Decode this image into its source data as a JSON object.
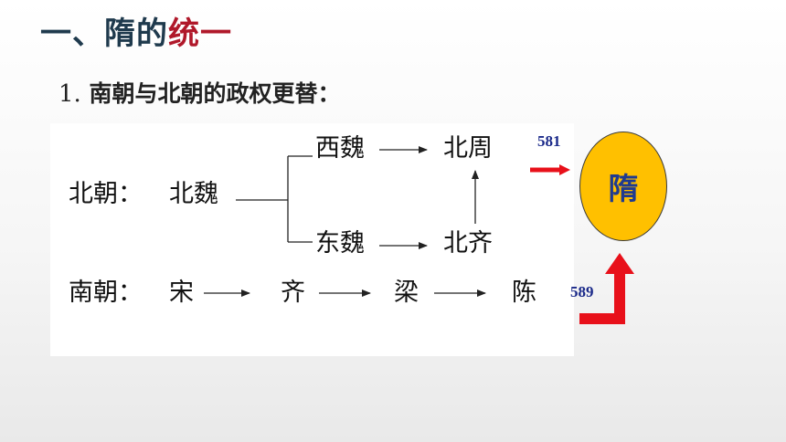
{
  "title": {
    "prefix": "一、隋的",
    "highlight": "统一"
  },
  "subtitle": {
    "number": "1.",
    "text": "南朝与北朝的政权更替："
  },
  "diagram": {
    "north_label": "北朝：",
    "north_wei": "北魏",
    "western_wei": "西魏",
    "northern_zhou": "北周",
    "eastern_wei": "东魏",
    "northern_qi": "北齐",
    "south_label": "南朝：",
    "song": "宋",
    "qi": "齐",
    "liang": "梁",
    "chen": "陈"
  },
  "years": {
    "north": "581",
    "south": "589"
  },
  "sui": {
    "label": "隋"
  },
  "colors": {
    "title_dark": "#1f3a4d",
    "title_red": "#b0182a",
    "circle_fill": "#ffc000",
    "arrow_red": "#e8101a",
    "year_blue": "#1b2a8a"
  }
}
